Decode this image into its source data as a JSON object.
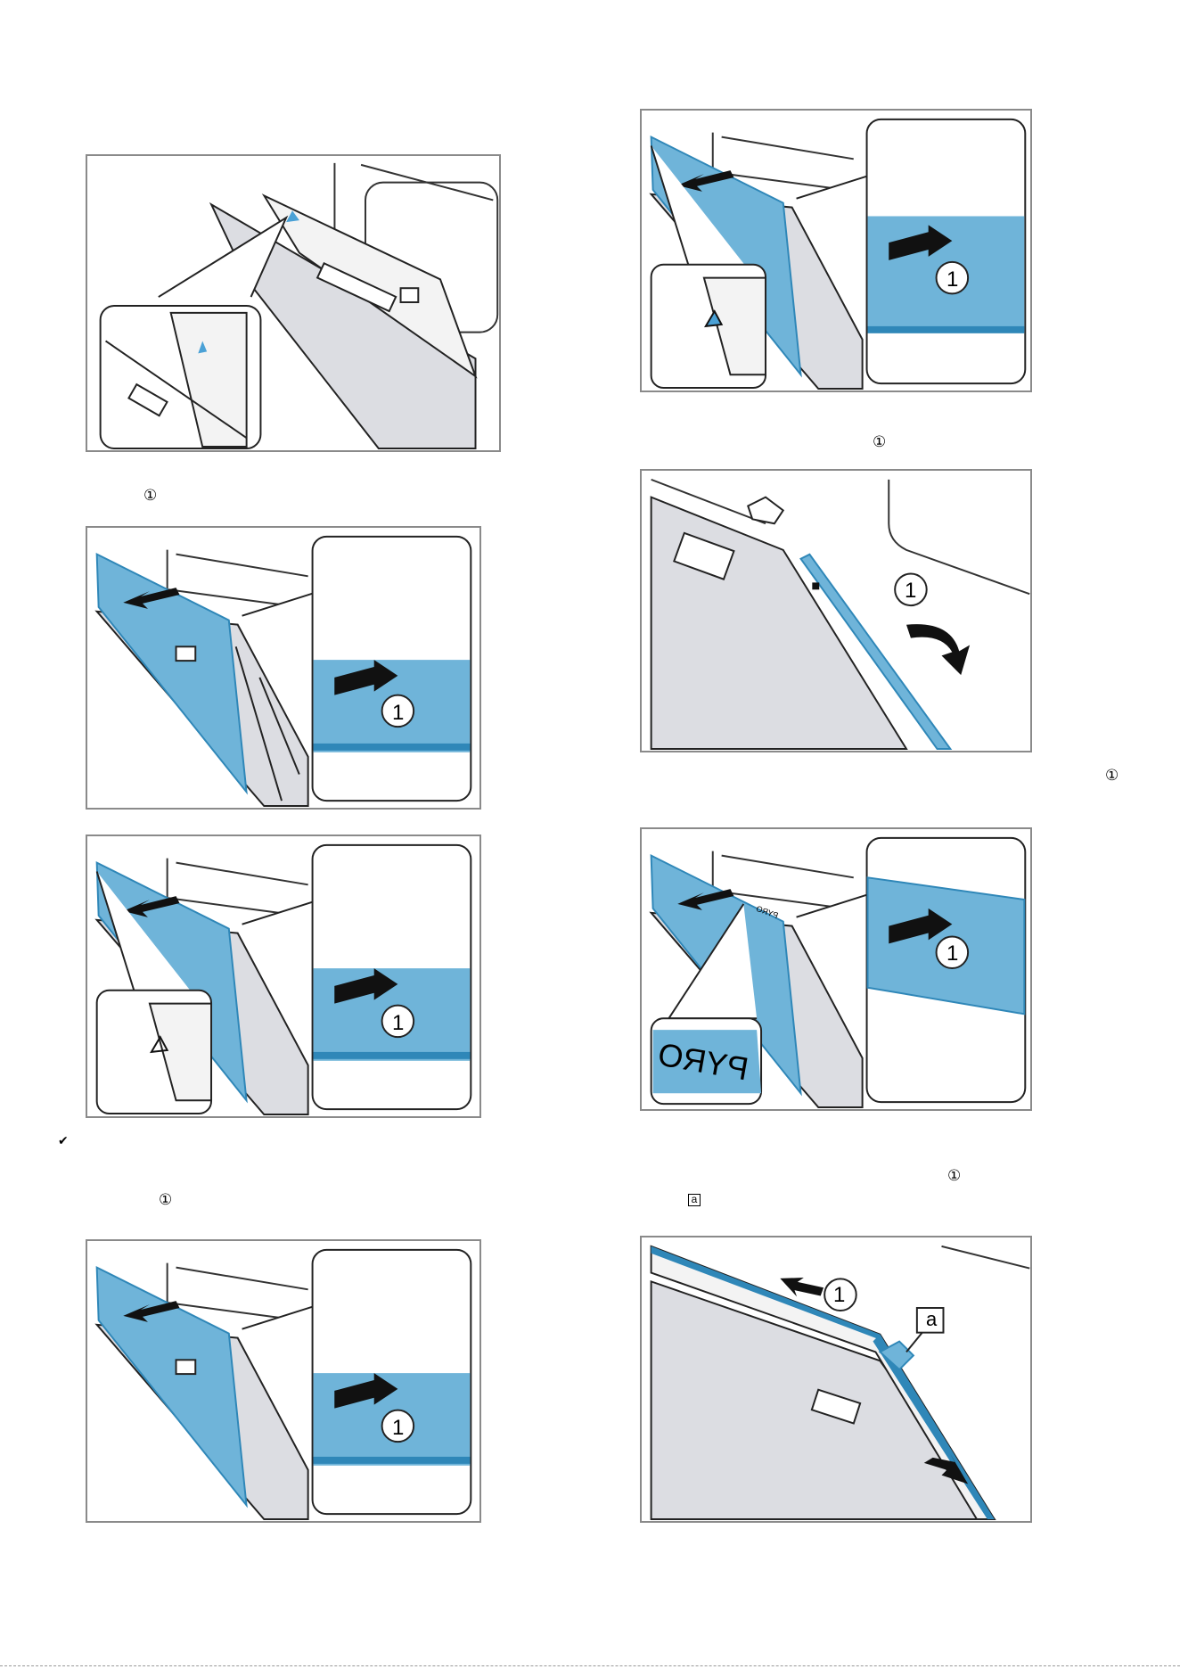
{
  "markers": {
    "circled_one": "①",
    "check": "✔",
    "box_a": "a"
  },
  "callouts": {
    "one": "1",
    "a": "a",
    "pyro": "PYRO"
  },
  "colors": {
    "glass_blue": "#6fb4d9",
    "glass_edge": "#2f87b8",
    "panel_grey": "#dcdde2",
    "frame_grey": "#8a8a8a",
    "arrow_black": "#111111"
  },
  "icons": [
    "check-icon",
    "arrow-icon",
    "rotate-arrow-icon",
    "triangle-marker-icon",
    "lock-icon"
  ]
}
